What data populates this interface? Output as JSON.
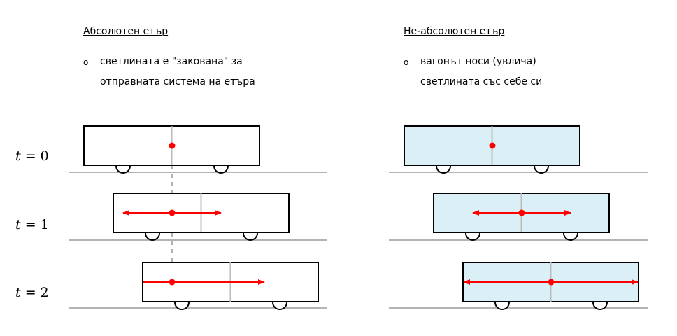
{
  "left_panel": {
    "heading": "Абсолютен етър",
    "bullet_symbol": "o",
    "bullet_line1": "светлината е \"закована\" за",
    "bullet_line2": "отправната система на етъра"
  },
  "right_panel": {
    "heading": "Не-абсолютен етър",
    "bullet_symbol": "o",
    "bullet_line1": "вагонът носи (увлича)",
    "bullet_line2": "светлината със себе си"
  },
  "time_labels": [
    {
      "var": "t",
      "value": "= 0"
    },
    {
      "var": "t",
      "value": "= 1"
    },
    {
      "var": "t",
      "value": "= 2"
    }
  ],
  "colors": {
    "light": "#ff0000",
    "wagon_fill_right": "#daf0f6",
    "ground": "#b4b4b4"
  }
}
